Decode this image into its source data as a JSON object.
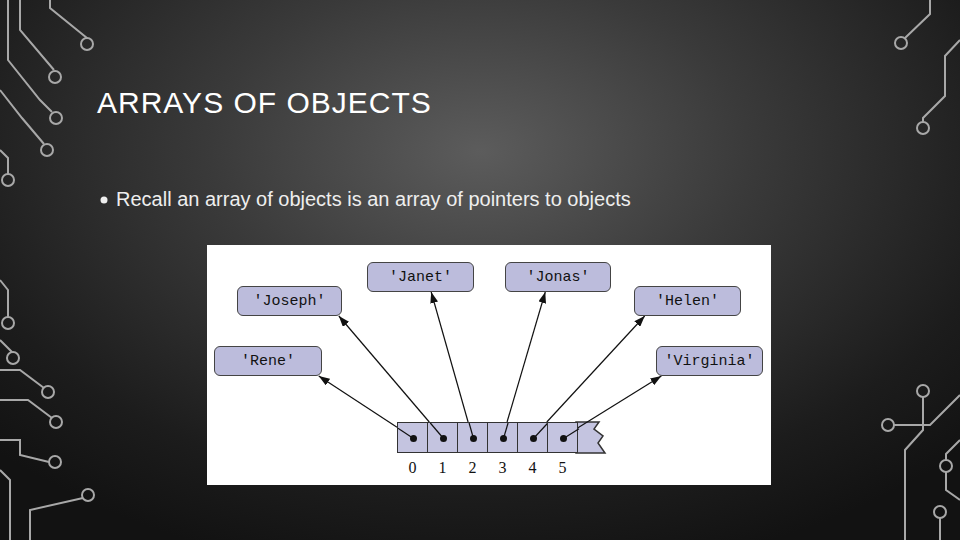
{
  "diagram": {
    "title": "ARRAYS OF OBJECTS",
    "nodes": [
      {
        "text": [
          "'Janet'"
        ]
      },
      {
        "text": [
          "'Jonas'"
        ]
      },
      {
        "text": [
          "'Joseph'"
        ]
      },
      {
        "text": [
          "'Helen'"
        ]
      },
      {
        "text": [
          "'Rene'"
        ]
      },
      {
        "text": [
          "'Virginia'"
        ]
      },
      {
        "text": [
          "0"
        ]
      },
      {
        "text": [
          "1"
        ]
      },
      {
        "text": [
          "2"
        ]
      },
      {
        "text": [
          "3"
        ]
      },
      {
        "text": [
          "4"
        ]
      },
      {
        "text": [
          "5"
        ]
      }
    ],
    "edges": [
      {
        "from": 6,
        "to": 4,
        "arrow": "to"
      },
      {
        "from": 7,
        "to": 2,
        "arrow": "to"
      },
      {
        "from": 8,
        "to": 0,
        "arrow": "to"
      },
      {
        "from": 9,
        "to": 1,
        "arrow": "to"
      },
      {
        "from": 10,
        "to": 3,
        "arrow": "to"
      },
      {
        "from": 11,
        "to": 5,
        "arrow": "to"
      }
    ],
    "labels": [
      "Recall an array of objects is an array of pointers to objects"
    ]
  }
}
